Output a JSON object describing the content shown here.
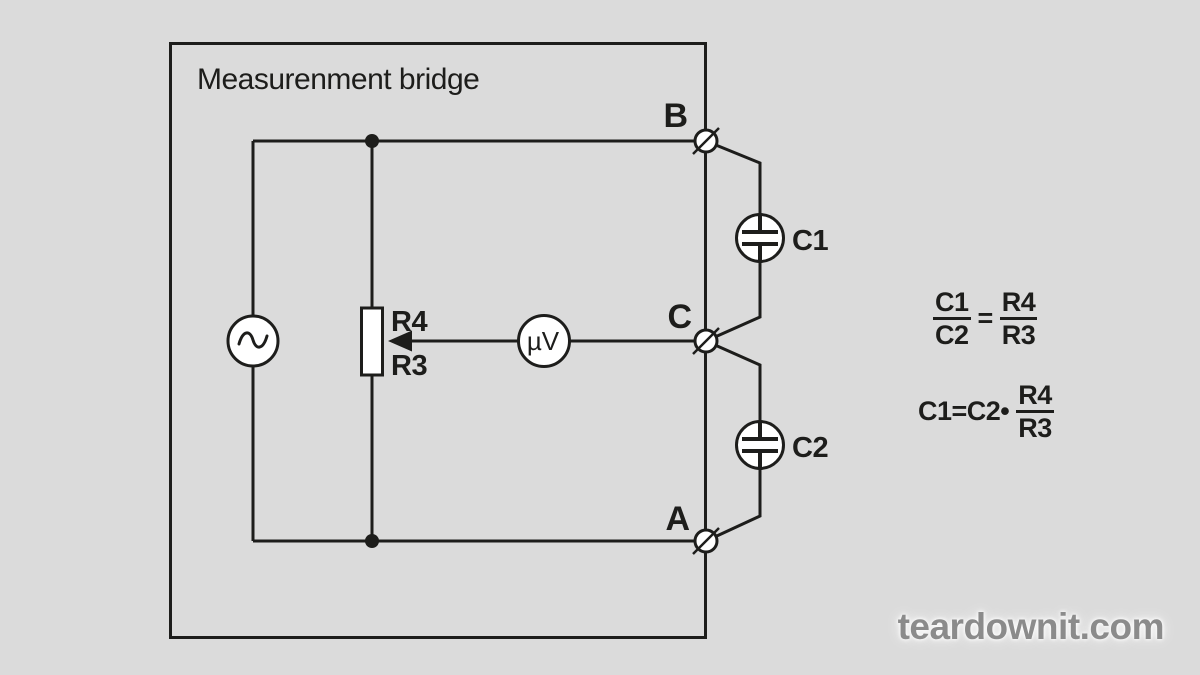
{
  "colors": {
    "background": "#dbdbdb",
    "line": "#1d1d1b",
    "fill_white": "#ffffff",
    "watermark": "#8b8b8b"
  },
  "diagram": {
    "title": "Measurenment bridge",
    "terminal_b": "B",
    "terminal_c": "C",
    "terminal_a": "A",
    "capacitor_c1": "C1",
    "capacitor_c2": "C2",
    "resistor_r4": "R4",
    "resistor_r3": "R3",
    "meter": "µV",
    "icons": {
      "ac_source": "ac-source-sine-icon",
      "terminal": "screw-terminal-icon",
      "capacitor": "capacitor-icon",
      "wiper": "wiper-arrow-icon"
    }
  },
  "formulas": {
    "ratio": {
      "num_left": "C1",
      "den_left": "C2",
      "equals": "=",
      "num_right": "R4",
      "den_right": "R3"
    },
    "product": {
      "lhs": "C1=C2•",
      "num": "R4",
      "den": "R3"
    }
  },
  "watermark": "teardownit.com"
}
